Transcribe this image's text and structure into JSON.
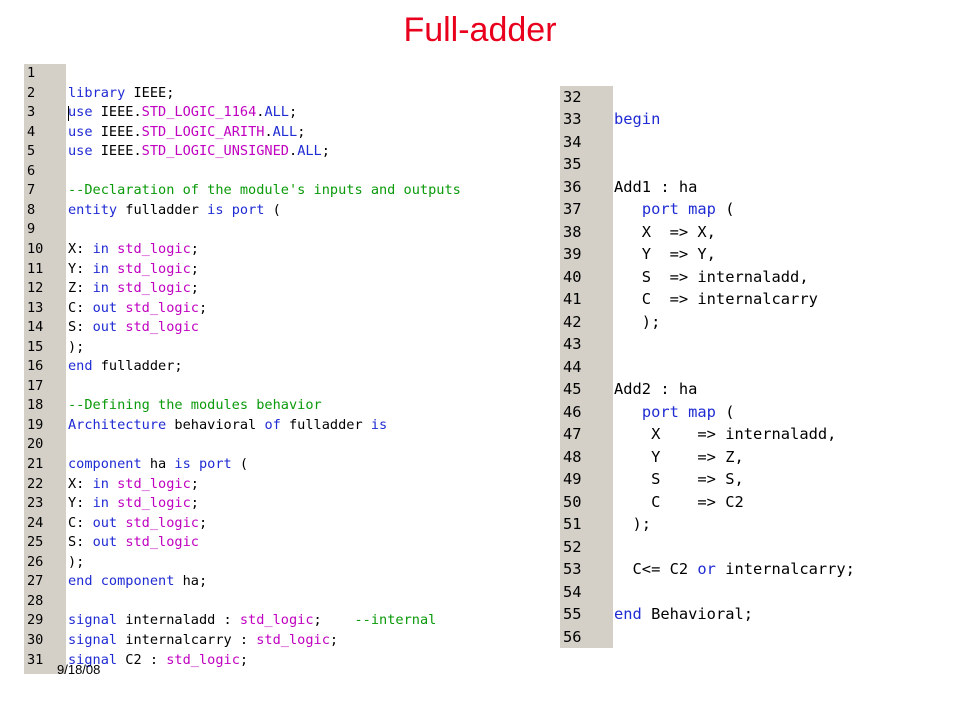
{
  "slide": {
    "title": "Full-adder",
    "footer_date": "9/18/08"
  },
  "colors": {
    "title": "#e8001c",
    "keyword": "#1f2bd3",
    "type": "#c000c0",
    "comment": "#0a9a0a",
    "gutter": "#d4d0c8"
  },
  "editor_left": {
    "lines": [
      {
        "n": "1",
        "t": []
      },
      {
        "n": "2",
        "t": [
          [
            "kw",
            "library"
          ],
          [
            "pl",
            " IEEE;"
          ]
        ]
      },
      {
        "n": "3",
        "t": [
          [
            "kw",
            "use"
          ],
          [
            "pl",
            " IEEE."
          ],
          [
            "ty",
            "STD_LOGIC_1164"
          ],
          [
            "pl",
            "."
          ],
          [
            "kw",
            "ALL"
          ],
          [
            "pl",
            ";"
          ]
        ]
      },
      {
        "n": "4",
        "t": [
          [
            "kw",
            "use"
          ],
          [
            "pl",
            " IEEE."
          ],
          [
            "ty",
            "STD_LOGIC_ARITH"
          ],
          [
            "pl",
            "."
          ],
          [
            "kw",
            "ALL"
          ],
          [
            "pl",
            ";"
          ]
        ]
      },
      {
        "n": "5",
        "t": [
          [
            "kw",
            "use"
          ],
          [
            "pl",
            " IEEE."
          ],
          [
            "ty",
            "STD_LOGIC_UNSIGNED"
          ],
          [
            "pl",
            "."
          ],
          [
            "kw",
            "ALL"
          ],
          [
            "pl",
            ";"
          ]
        ]
      },
      {
        "n": "6",
        "t": []
      },
      {
        "n": "7",
        "t": [
          [
            "cm",
            "--Declaration of the module's inputs and outputs"
          ]
        ]
      },
      {
        "n": "8",
        "t": [
          [
            "kw",
            "entity"
          ],
          [
            "pl",
            " fulladder "
          ],
          [
            "kw",
            "is"
          ],
          [
            "pl",
            " "
          ],
          [
            "kw",
            "port"
          ],
          [
            "pl",
            " ("
          ]
        ]
      },
      {
        "n": "9",
        "t": []
      },
      {
        "n": "10",
        "t": [
          [
            "pl",
            "X: "
          ],
          [
            "kw",
            "in"
          ],
          [
            "pl",
            " "
          ],
          [
            "ty",
            "std_logic"
          ],
          [
            "pl",
            ";"
          ]
        ]
      },
      {
        "n": "11",
        "t": [
          [
            "pl",
            "Y: "
          ],
          [
            "kw",
            "in"
          ],
          [
            "pl",
            " "
          ],
          [
            "ty",
            "std_logic"
          ],
          [
            "pl",
            ";"
          ]
        ]
      },
      {
        "n": "12",
        "t": [
          [
            "pl",
            "Z: "
          ],
          [
            "kw",
            "in"
          ],
          [
            "pl",
            " "
          ],
          [
            "ty",
            "std_logic"
          ],
          [
            "pl",
            ";"
          ]
        ]
      },
      {
        "n": "13",
        "t": [
          [
            "pl",
            "C: "
          ],
          [
            "kw",
            "out"
          ],
          [
            "pl",
            " "
          ],
          [
            "ty",
            "std_logic"
          ],
          [
            "pl",
            ";"
          ]
        ]
      },
      {
        "n": "14",
        "t": [
          [
            "pl",
            "S: "
          ],
          [
            "kw",
            "out"
          ],
          [
            "pl",
            " "
          ],
          [
            "ty",
            "std_logic"
          ]
        ]
      },
      {
        "n": "15",
        "t": [
          [
            "pl",
            ");"
          ]
        ]
      },
      {
        "n": "16",
        "t": [
          [
            "kw",
            "end"
          ],
          [
            "pl",
            " fulladder;"
          ]
        ]
      },
      {
        "n": "17",
        "t": []
      },
      {
        "n": "18",
        "t": [
          [
            "cm",
            "--Defining the modules behavior"
          ]
        ]
      },
      {
        "n": "19",
        "t": [
          [
            "kw",
            "Architecture"
          ],
          [
            "pl",
            " behavioral "
          ],
          [
            "kw",
            "of"
          ],
          [
            "pl",
            " fulladder "
          ],
          [
            "kw",
            "is"
          ]
        ]
      },
      {
        "n": "20",
        "t": []
      },
      {
        "n": "21",
        "t": [
          [
            "kw",
            "component"
          ],
          [
            "pl",
            " ha "
          ],
          [
            "kw",
            "is"
          ],
          [
            "pl",
            " "
          ],
          [
            "kw",
            "port"
          ],
          [
            "pl",
            " ("
          ]
        ]
      },
      {
        "n": "22",
        "t": [
          [
            "pl",
            "X: "
          ],
          [
            "kw",
            "in"
          ],
          [
            "pl",
            " "
          ],
          [
            "ty",
            "std_logic"
          ],
          [
            "pl",
            ";"
          ]
        ]
      },
      {
        "n": "23",
        "t": [
          [
            "pl",
            "Y: "
          ],
          [
            "kw",
            "in"
          ],
          [
            "pl",
            " "
          ],
          [
            "ty",
            "std_logic"
          ],
          [
            "pl",
            ";"
          ]
        ]
      },
      {
        "n": "24",
        "t": [
          [
            "pl",
            "C: "
          ],
          [
            "kw",
            "out"
          ],
          [
            "pl",
            " "
          ],
          [
            "ty",
            "std_logic"
          ],
          [
            "pl",
            ";"
          ]
        ]
      },
      {
        "n": "25",
        "t": [
          [
            "pl",
            "S: "
          ],
          [
            "kw",
            "out"
          ],
          [
            "pl",
            " "
          ],
          [
            "ty",
            "std_logic"
          ]
        ]
      },
      {
        "n": "26",
        "t": [
          [
            "pl",
            ");"
          ]
        ]
      },
      {
        "n": "27",
        "t": [
          [
            "kw",
            "end"
          ],
          [
            "pl",
            " "
          ],
          [
            "kw",
            "component"
          ],
          [
            "pl",
            " ha;"
          ]
        ]
      },
      {
        "n": "28",
        "t": []
      },
      {
        "n": "29",
        "t": [
          [
            "kw",
            "signal"
          ],
          [
            "pl",
            " internaladd : "
          ],
          [
            "ty",
            "std_logic"
          ],
          [
            "pl",
            ";    "
          ],
          [
            "cm",
            "--internal"
          ]
        ]
      },
      {
        "n": "30",
        "t": [
          [
            "kw",
            "signal"
          ],
          [
            "pl",
            " internalcarry : "
          ],
          [
            "ty",
            "std_logic"
          ],
          [
            "pl",
            ";"
          ]
        ]
      },
      {
        "n": "31",
        "t": [
          [
            "kw",
            "signal"
          ],
          [
            "pl",
            " C2 : "
          ],
          [
            "ty",
            "std_logic"
          ],
          [
            "pl",
            ";"
          ]
        ]
      }
    ]
  },
  "editor_right": {
    "lines": [
      {
        "n": "32",
        "t": []
      },
      {
        "n": "33",
        "t": [
          [
            "kw",
            "begin"
          ]
        ]
      },
      {
        "n": "34",
        "t": []
      },
      {
        "n": "35",
        "t": []
      },
      {
        "n": "36",
        "t": [
          [
            "pl",
            "Add1 : ha"
          ]
        ]
      },
      {
        "n": "37",
        "t": [
          [
            "pl",
            "   "
          ],
          [
            "kw",
            "port map"
          ],
          [
            "pl",
            " ("
          ]
        ]
      },
      {
        "n": "38",
        "t": [
          [
            "pl",
            "   X  => X,"
          ]
        ]
      },
      {
        "n": "39",
        "t": [
          [
            "pl",
            "   Y  => Y,"
          ]
        ]
      },
      {
        "n": "40",
        "t": [
          [
            "pl",
            "   S  => internaladd,"
          ]
        ]
      },
      {
        "n": "41",
        "t": [
          [
            "pl",
            "   C  => internalcarry"
          ]
        ]
      },
      {
        "n": "42",
        "t": [
          [
            "pl",
            "   );"
          ]
        ]
      },
      {
        "n": "43",
        "t": []
      },
      {
        "n": "44",
        "t": []
      },
      {
        "n": "45",
        "t": [
          [
            "pl",
            "Add2 : ha"
          ]
        ]
      },
      {
        "n": "46",
        "t": [
          [
            "pl",
            "   "
          ],
          [
            "kw",
            "port map"
          ],
          [
            "pl",
            " ("
          ]
        ]
      },
      {
        "n": "47",
        "t": [
          [
            "pl",
            "    X    => internaladd,"
          ]
        ]
      },
      {
        "n": "48",
        "t": [
          [
            "pl",
            "    Y    => Z,"
          ]
        ]
      },
      {
        "n": "49",
        "t": [
          [
            "pl",
            "    S    => S,"
          ]
        ]
      },
      {
        "n": "50",
        "t": [
          [
            "pl",
            "    C    => C2"
          ]
        ]
      },
      {
        "n": "51",
        "t": [
          [
            "pl",
            "  );"
          ]
        ]
      },
      {
        "n": "52",
        "t": []
      },
      {
        "n": "53",
        "t": [
          [
            "pl",
            "  C<= C2 "
          ],
          [
            "kw",
            "or"
          ],
          [
            "pl",
            " internalcarry;"
          ]
        ]
      },
      {
        "n": "54",
        "t": []
      },
      {
        "n": "55",
        "t": [
          [
            "kw",
            "end"
          ],
          [
            "pl",
            " Behavioral;"
          ]
        ]
      },
      {
        "n": "56",
        "t": []
      }
    ]
  }
}
